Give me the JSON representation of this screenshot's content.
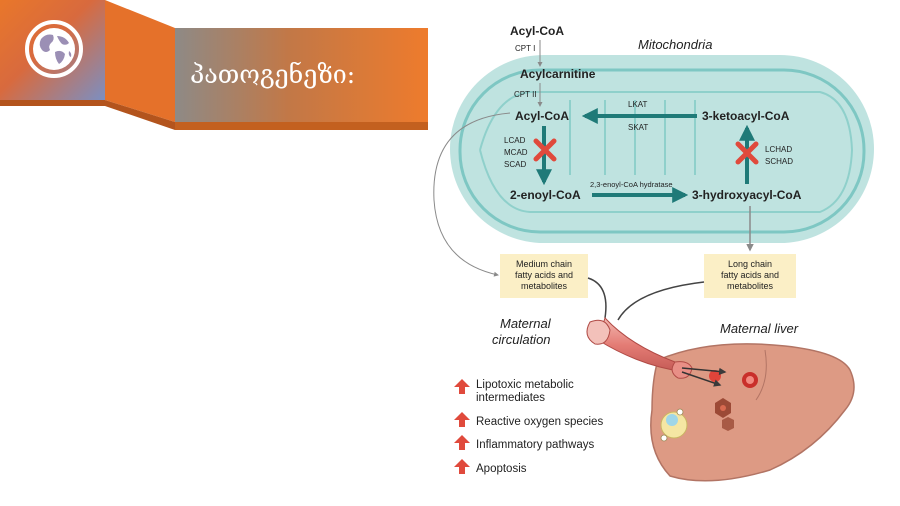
{
  "slide": {
    "title": "პათოგენეზი:",
    "accent_orange": "#ee7b2c",
    "icon": "globe-icon"
  },
  "diagram": {
    "mito_label": "Mitochondria",
    "acyl_coa_top": "Acyl-CoA",
    "cpt1": "CPT I",
    "acylcarnitine": "Acylcarnitine",
    "cpt2": "CPT II",
    "acyl_coa": "Acyl-CoA",
    "ketoacyl": "3-ketoacyl-CoA",
    "lkat": "LKAT",
    "skat": "SKAT",
    "lcad": "LCAD",
    "mcad": "MCAD",
    "scad": "SCAD",
    "lchad": "LCHAD",
    "schad": "SCHAD",
    "enoyl": "2-enoyl-CoA",
    "hydratase": "2,3-enoyl-CoA hydratase",
    "hydroxyacyl": "3-hydroxyacyl-CoA",
    "medium_chain": [
      "Medium chain",
      "fatty acids and",
      "metabolites"
    ],
    "long_chain": [
      "Long chain",
      "fatty acids and",
      "metabolites"
    ],
    "maternal_circulation": [
      "Maternal",
      "circulation"
    ],
    "maternal_liver": "Maternal liver",
    "effects": [
      [
        "Lipotoxic metabolic",
        "intermediates"
      ],
      [
        "Reactive oxygen species"
      ],
      [
        "Inflammatory pathways"
      ],
      [
        "Apoptosis"
      ]
    ]
  }
}
